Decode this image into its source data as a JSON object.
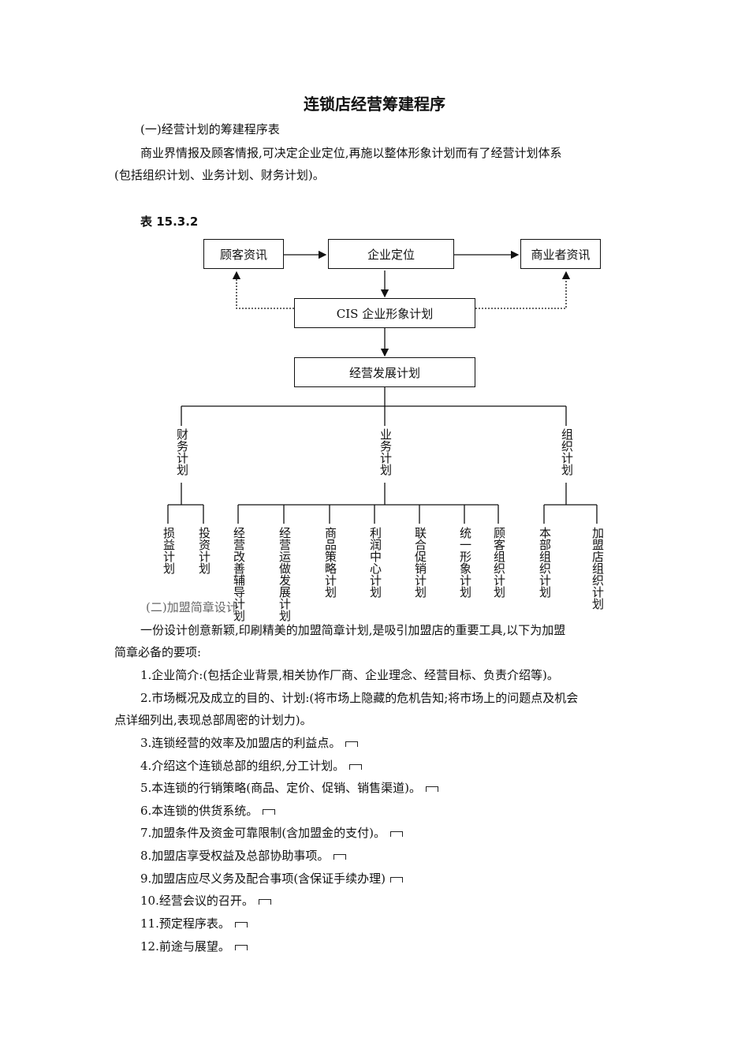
{
  "title": "连锁店经营筹建程序",
  "section1_heading": "(一)经营计划的筹建程序表",
  "intro_line1": "商业界情报及顾客情报,可决定企业定位,再施以整体形象计划而有了经营计划体系",
  "intro_line2": "(包括组织计划、业务计划、财务计划)。",
  "table_label": "表 15.3.2",
  "flow": {
    "customer_info": "顾客资讯",
    "positioning": "企业定位",
    "merchant_info": "商业者资讯",
    "cis": "CIS  企业形象计划",
    "dev_plan": "经营发展计划",
    "finance": "财务计划",
    "business": "业务计划",
    "organization": "组织计划",
    "finance_children": [
      "损益计划",
      "投资计划"
    ],
    "business_children": [
      "经营改善辅导计划",
      "经营运做发展计划",
      "商品策略计划",
      "利润中心计划",
      "联合促销计划",
      "统一形象计划",
      "顾客组织计划"
    ],
    "org_children": [
      "本部组织计划",
      "加盟店组织计划"
    ]
  },
  "section2_heading": "(二)加盟简章设计",
  "section2_line1": "一份设计创意新颖,印刷精美的加盟简章计划,是吸引加盟店的重要工具,以下为加盟",
  "section2_line2": "简章必备的要项:",
  "items": [
    "1.企业简介:(包括企业背景,相关协作厂商、企业理念、经营目标、负责介绍等)。",
    "2.市场概况及成立的目的、计划:(将市场上隐藏的危机告知;将市场上的问题点及机会",
    "点详细列出,表现总部周密的计划力)。",
    "3.连锁经营的效率及加盟店的利益点。",
    "4.介绍这个连锁总部的组织,分工计划。",
    "5.本连锁的行销策略(商品、定价、促销、销售渠道)。",
    "6.本连锁的供货系统。",
    "7.加盟条件及资金可靠限制(含加盟金的支付)。",
    "8.加盟店享受权益及总部协助事项。",
    "9.加盟店应尽义务及配合事项(含保证手续办理)",
    "10.经营会议的召开。",
    "11.预定程序表。",
    "12.前途与展望。"
  ]
}
